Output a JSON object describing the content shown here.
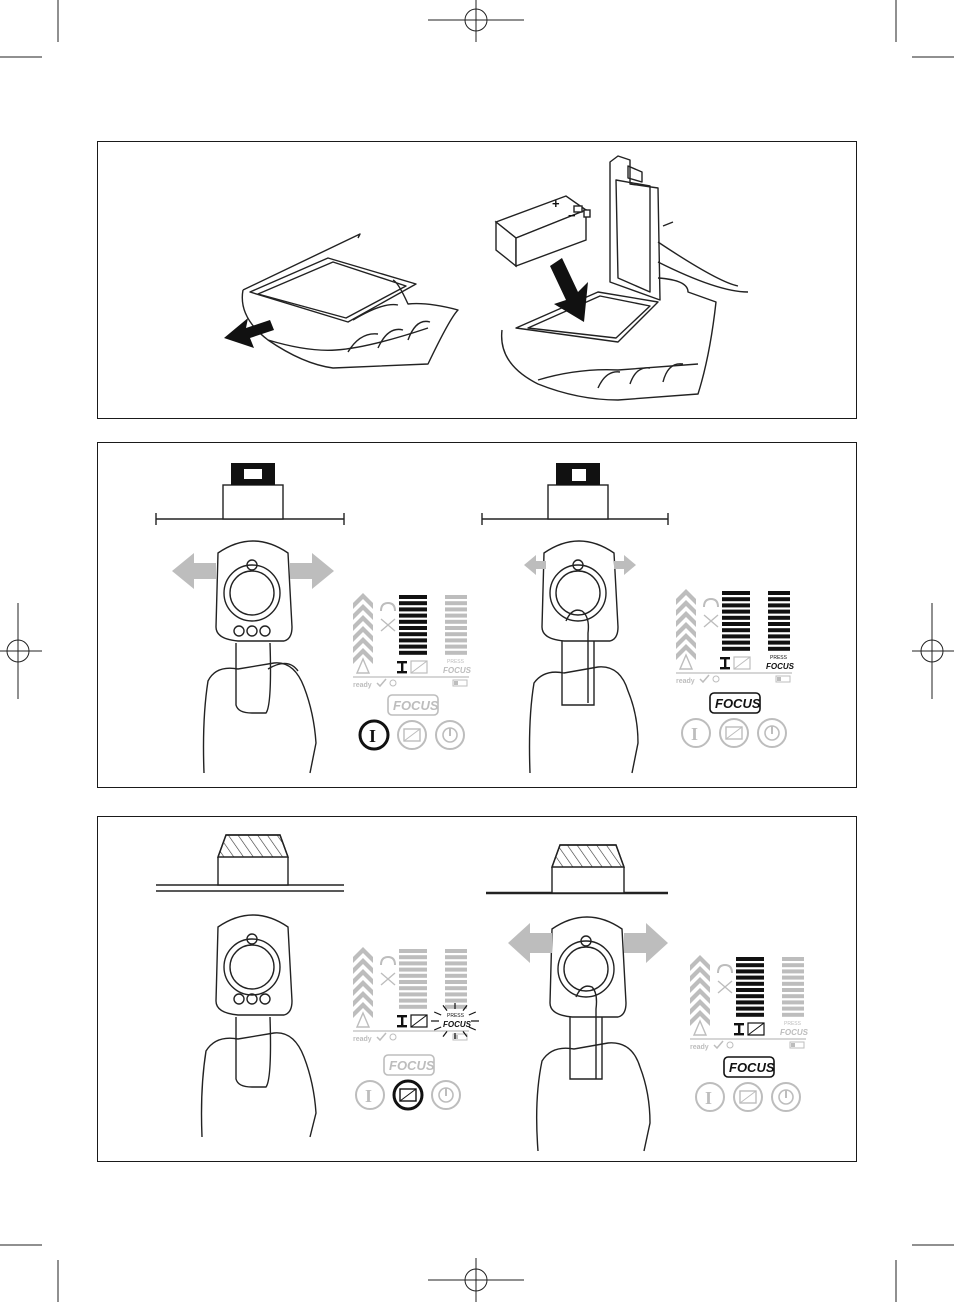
{
  "battery": {
    "plus": "+",
    "minus": "−"
  },
  "lcd": {
    "ready": "ready",
    "press": "PRESS",
    "focus_small": "FOCUS"
  },
  "buttons": {
    "focus_label": "FOCUS",
    "metal_symbol": "I"
  },
  "states": {
    "metal_step1": {
      "focus_dim": true,
      "metal_selected": true,
      "wood_selected": false
    },
    "metal_step2": {
      "focus_dim": false,
      "metal_selected": false,
      "wood_selected": false
    },
    "wood_step1": {
      "focus_dim": true,
      "metal_selected": false,
      "wood_selected": true,
      "press_flash": true
    },
    "wood_step2": {
      "focus_dim": false,
      "metal_selected": false,
      "wood_selected": false
    }
  }
}
